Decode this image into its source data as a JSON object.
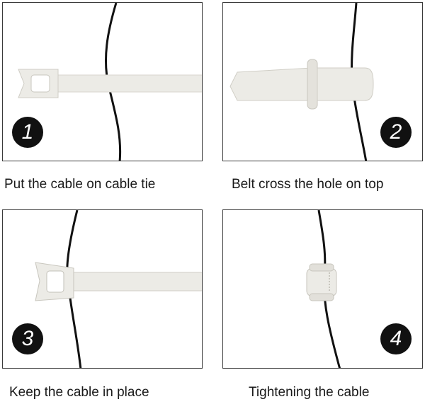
{
  "steps": [
    {
      "number": "1",
      "caption": "Put the cable on cable tie"
    },
    {
      "number": "2",
      "caption": "Belt cross the hole on top"
    },
    {
      "number": "3",
      "caption": "Keep the cable in place"
    },
    {
      "number": "4",
      "caption": "Tightening the cable"
    }
  ],
  "colors": {
    "tie": "#ecebe6",
    "cable": "#111111",
    "badge": "#111111",
    "border": "#3a3a3a"
  }
}
